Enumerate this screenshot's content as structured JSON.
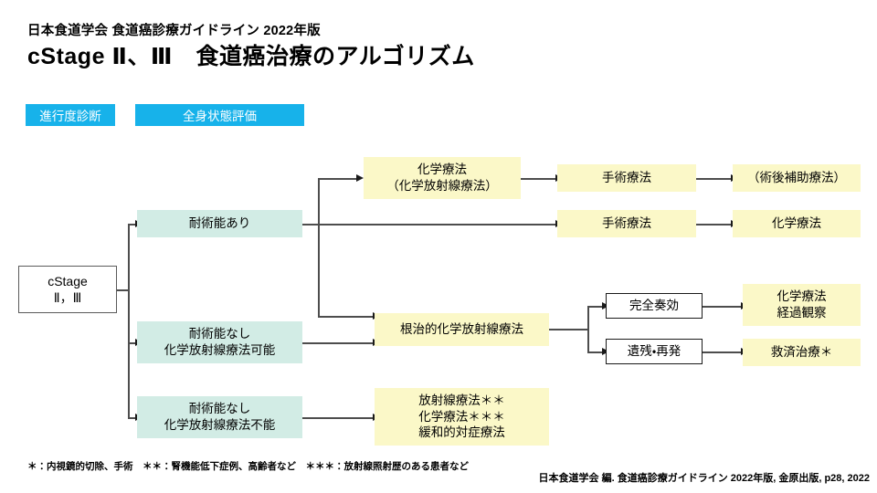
{
  "header": {
    "subtitle": "日本食道学会 食道癌診療ガイドライン 2022年版",
    "title": "cStage Ⅱ、Ⅲ　食道癌治療のアルゴリズム"
  },
  "colors": {
    "chip": "#17b2ea",
    "mint": "#d2ece5",
    "yellow": "#fbf8c8",
    "line": "#4d4d4d",
    "text": "#000000"
  },
  "column_headers": [
    {
      "name": "staging-diagnosis",
      "label": "進行度診断"
    },
    {
      "name": "general-condition-assessment",
      "label": "全身状態評価"
    }
  ],
  "nodes": {
    "stage": {
      "label": "cStage\nⅡ，Ⅲ"
    },
    "operable": {
      "label": "耐術能あり"
    },
    "inoperable_crt_possible": {
      "label": "耐術能なし\n化学放射線療法可能"
    },
    "inoperable_crt_impossible": {
      "label": "耐術能なし\n化学放射線療法不能"
    },
    "chemo_crt": {
      "label": "化学療法\n（化学放射線療法）"
    },
    "surgery_1": {
      "label": "手術療法"
    },
    "adjuvant": {
      "label": "（術後補助療法）"
    },
    "surgery_2": {
      "label": "手術療法"
    },
    "chemo_after_surgery": {
      "label": "化学療法"
    },
    "definitive_crt": {
      "label": "根治的化学放射線療法"
    },
    "complete_response": {
      "label": "完全奏効"
    },
    "residual_recurrence": {
      "label": "遺残・再発"
    },
    "chemo_followup": {
      "label": "化学療法\n経過観察"
    },
    "salvage": {
      "label": "救済治療＊"
    },
    "palliative": {
      "label": "放射線療法＊＊\n化学療法＊＊＊\n緩和的対症療法"
    }
  },
  "footnotes": {
    "marks": "＊：内視鏡的切除、手術　＊＊：腎機能低下症例、高齢者など　＊＊＊：放射線照射歴のある患者など",
    "citation": "日本食道学会 編. 食道癌診療ガイドライン 2022年版, 金原出版, p28, 2022"
  }
}
